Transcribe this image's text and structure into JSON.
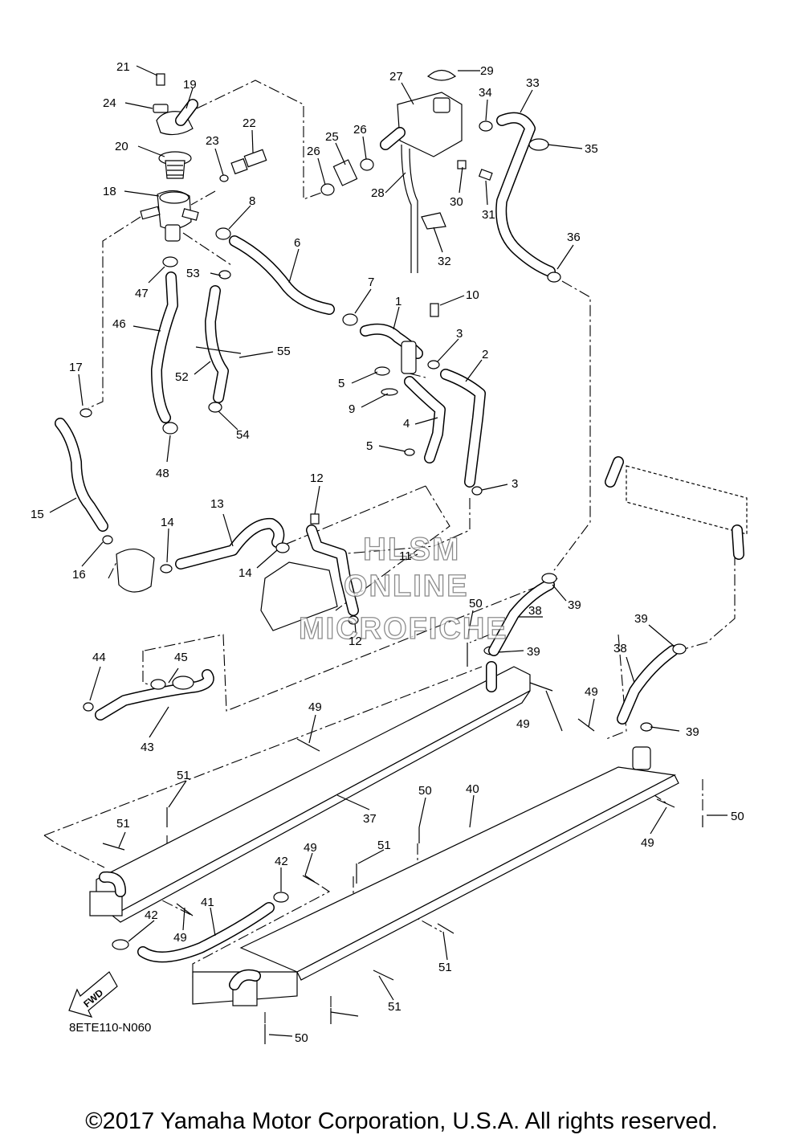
{
  "figure_code": "8ETE110-N060",
  "copyright": "©2017 Yamaha Motor Corporation, U.S.A. All rights reserved.",
  "fwd_label": "FWD",
  "watermark": {
    "line1": "HLSM",
    "line2": "ONLINE",
    "line3": "MICROFICHE"
  },
  "part_labels": [
    "21",
    "19",
    "24",
    "20",
    "23",
    "22",
    "18",
    "8",
    "47",
    "53",
    "46",
    "17",
    "15",
    "16",
    "27",
    "29",
    "34",
    "33",
    "35",
    "26",
    "25",
    "26",
    "28",
    "30",
    "31",
    "32",
    "36",
    "6",
    "7",
    "1",
    "10",
    "3",
    "2",
    "55",
    "52",
    "54",
    "48",
    "5",
    "9",
    "4",
    "5",
    "3",
    "12",
    "11",
    "13",
    "14",
    "14",
    "12",
    "50",
    "38",
    "39",
    "39",
    "44",
    "45",
    "43",
    "39",
    "38",
    "49",
    "49",
    "39",
    "49",
    "51",
    "37",
    "50",
    "40",
    "50",
    "51",
    "49",
    "42",
    "51",
    "41",
    "42",
    "49",
    "51",
    "49",
    "50",
    "51"
  ]
}
